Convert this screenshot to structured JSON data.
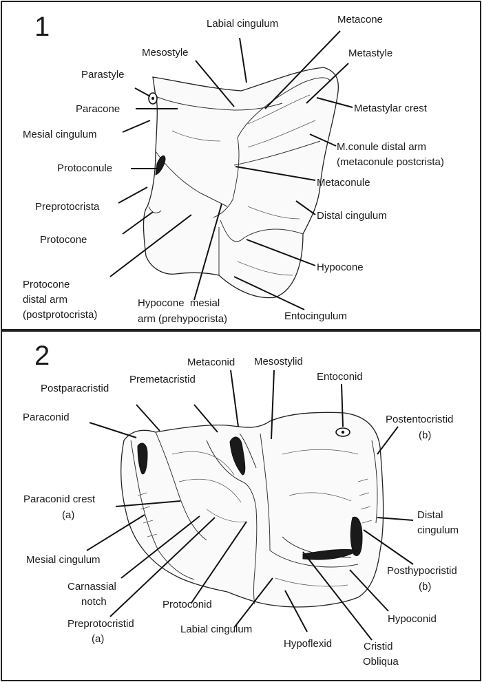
{
  "panel1": {
    "number": "1",
    "labels": {
      "labial_cingulum": "Labial cingulum",
      "metacone": "Metacone",
      "mesostyle": "Mesostyle",
      "metastyle": "Metastyle",
      "parastyle": "Parastyle",
      "paracone": "Paracone",
      "metastylar_crest": "Metastylar crest",
      "mesial_cingulum": "Mesial cingulum",
      "mconule_distal_arm_1": "M.conule distal arm",
      "mconule_distal_arm_2": "(metaconule postcrista)",
      "protoconule": "Protoconule",
      "metaconule": "Metaconule",
      "preprotocrista": "Preprotocrista",
      "distal_cingulum": "Distal cingulum",
      "protocone": "Protocone",
      "hypocone": "Hypocone",
      "protocone_distal_arm_1": "Protocone",
      "protocone_distal_arm_2": "distal arm",
      "protocone_distal_arm_3": "(postprotocrista)",
      "hypocone_mesial_arm_1": "Hypocone  mesial",
      "hypocone_mesial_arm_2": "arm (prehypocrista)",
      "entocingulum": "Entocingulum"
    }
  },
  "panel2": {
    "number": "2",
    "labels": {
      "metaconid": "Metaconid",
      "mesostylid": "Mesostylid",
      "entoconid": "Entoconid",
      "postparacristid": "Postparacristid",
      "premetacristid": "Premetacristid",
      "paraconid": "Paraconid",
      "postentocristid_1": "Postentocristid",
      "postentocristid_2": "(b)",
      "paraconid_crest_1": "Paraconid crest",
      "paraconid_crest_2": "(a)",
      "distal_cingulum_1": "Distal",
      "distal_cingulum_2": "cingulum",
      "mesial_cingulum": "Mesial cingulum",
      "posthypocristid_1": "Posthypocristid",
      "posthypocristid_2": "(b)",
      "carnassial_notch_1": "Carnassial",
      "carnassial_notch_2": "notch",
      "protoconid": "Protoconid",
      "hypoconid": "Hypoconid",
      "preprotocristid_1": "Preprotocristid",
      "preprotocristid_2": "(a)",
      "labial_cingulum": "Labial cingulum",
      "hypoflexid": "Hypoflexid",
      "cristid_obliqua_1": "Cristid",
      "cristid_obliqua_2": "Obliqua"
    }
  }
}
